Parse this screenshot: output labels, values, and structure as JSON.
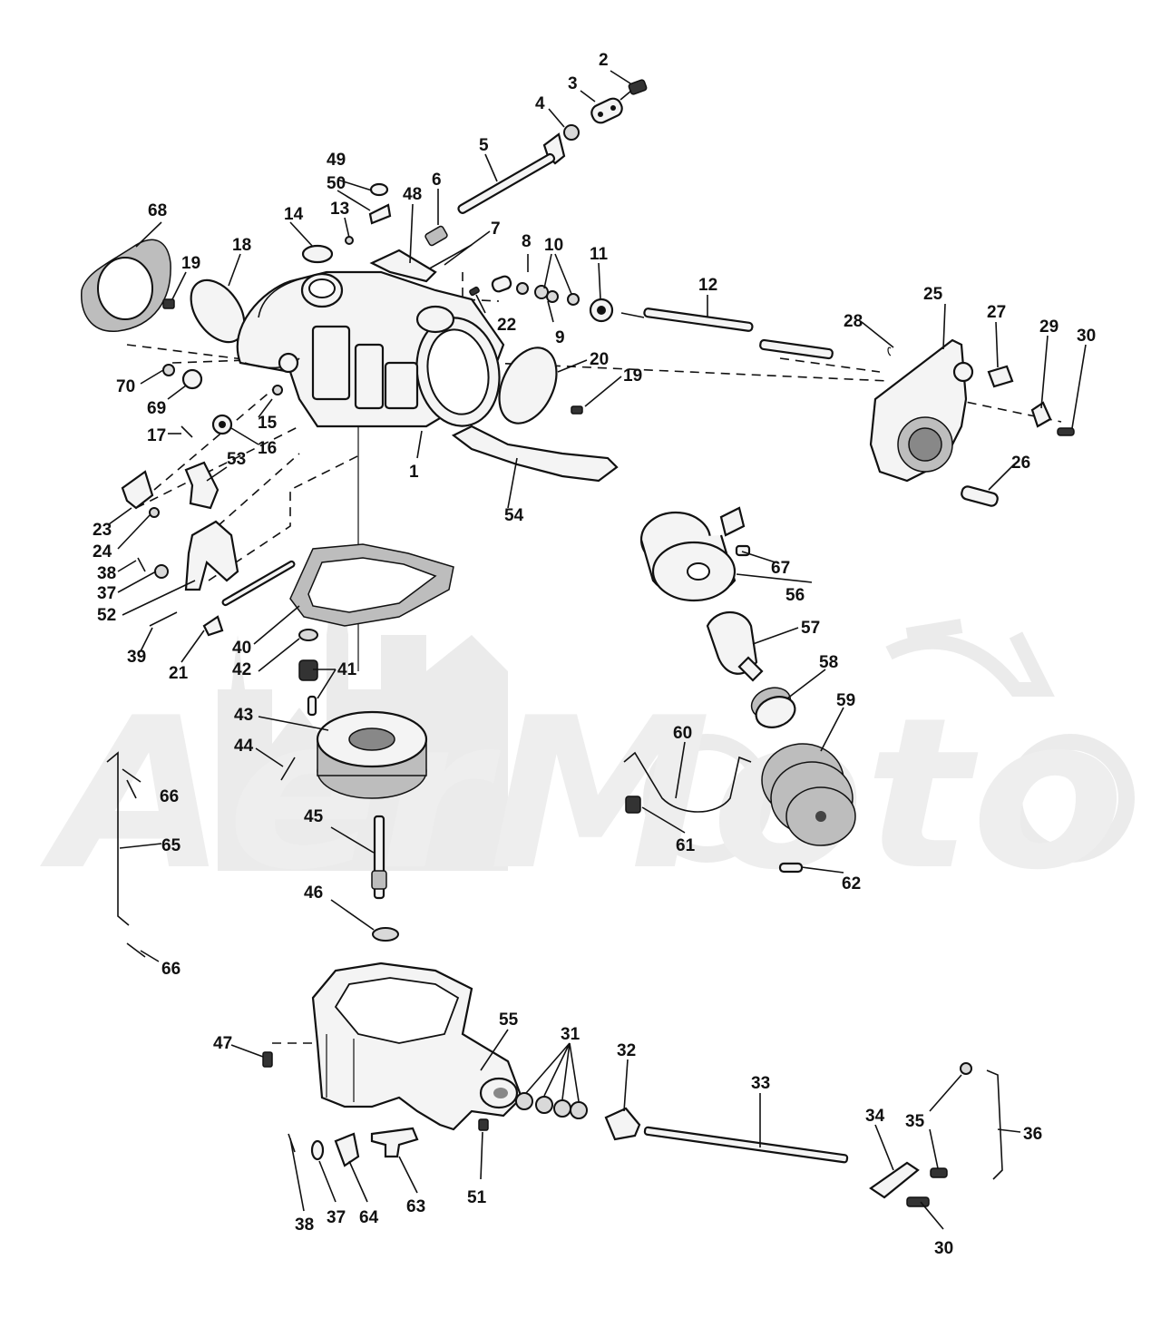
{
  "watermark": {
    "text": "AerMoto"
  },
  "callouts": [
    "1",
    "2",
    "3",
    "4",
    "5",
    "6",
    "7",
    "8",
    "9",
    "10",
    "11",
    "12",
    "13",
    "14",
    "15",
    "16",
    "17",
    "18",
    "19",
    "19",
    "20",
    "21",
    "22",
    "23",
    "24",
    "25",
    "26",
    "27",
    "28",
    "29",
    "30",
    "30",
    "31",
    "32",
    "33",
    "34",
    "35",
    "36",
    "37",
    "37",
    "38",
    "38",
    "39",
    "40",
    "41",
    "42",
    "43",
    "44",
    "45",
    "46",
    "47",
    "48",
    "49",
    "50",
    "51",
    "52",
    "53",
    "54",
    "55",
    "56",
    "57",
    "58",
    "59",
    "60",
    "61",
    "62",
    "63",
    "64",
    "65",
    "66",
    "66",
    "67",
    "68",
    "69",
    "70"
  ]
}
